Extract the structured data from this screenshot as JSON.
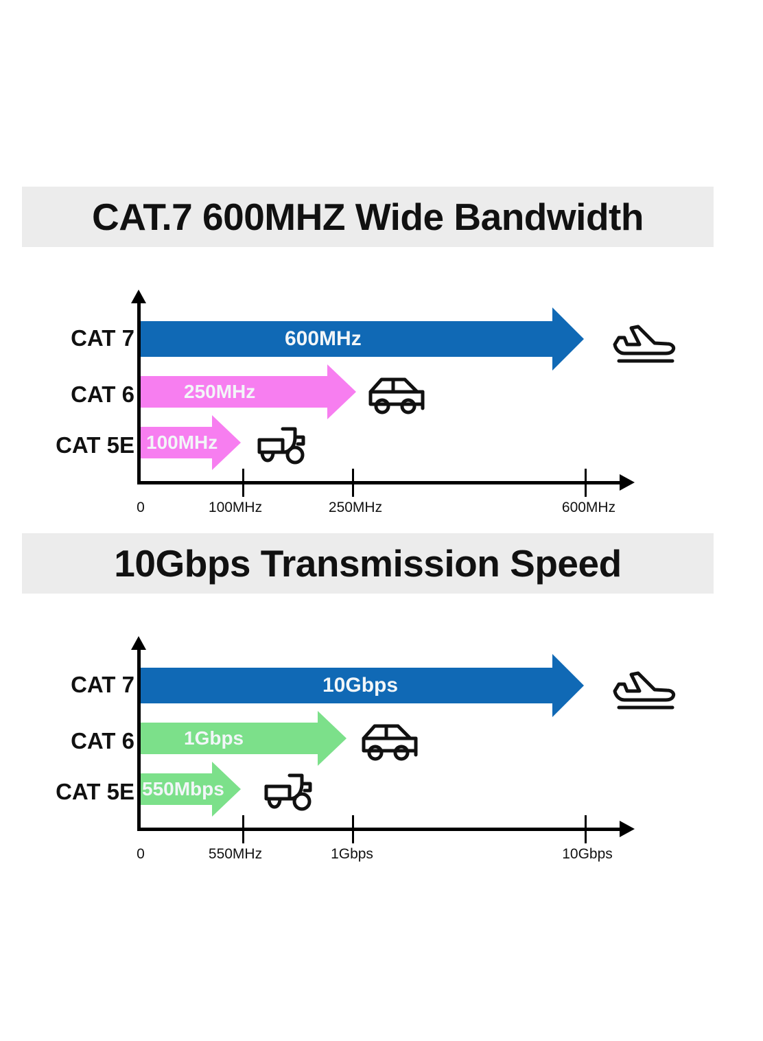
{
  "colors": {
    "banner_bg": "#ececec",
    "blue": "#1069b5",
    "pink": "#f77ef0",
    "green": "#7ce08a",
    "axis": "#000000",
    "text": "#111111",
    "value_text": "#f2f6f8"
  },
  "sections": [
    {
      "title": "CAT.7 600MHZ Wide Bandwidth",
      "chart_id": "bandwidth-chart"
    },
    {
      "title": "10Gbps Transmission Speed",
      "chart_id": "speed-chart"
    }
  ],
  "chart_data": [
    {
      "type": "bar",
      "title": "CAT.7 600MHZ Wide Bandwidth",
      "orientation": "horizontal",
      "xlabel": "",
      "ylabel": "",
      "grid": false,
      "legend": "none",
      "axis_ticks": [
        {
          "label": "0",
          "value": 0
        },
        {
          "label": "100MHz",
          "value": 100
        },
        {
          "label": "250MHz",
          "value": 250
        },
        {
          "label": "600MHz",
          "value": 600
        }
      ],
      "xlim": [
        0,
        650
      ],
      "unit": "MHz",
      "categories": [
        "CAT 7",
        "CAT 6",
        "CAT 5E"
      ],
      "values": [
        600,
        250,
        100
      ],
      "bars": [
        {
          "category": "CAT 7",
          "value": 600,
          "value_label": "600MHz",
          "color": "#1069b5",
          "vehicle": "airplane-icon"
        },
        {
          "category": "CAT 6",
          "value": 250,
          "value_label": "250MHz",
          "color": "#f77ef0",
          "vehicle": "car-icon"
        },
        {
          "category": "CAT 5E",
          "value": 100,
          "value_label": "100MHz",
          "color": "#f77ef0",
          "vehicle": "scooter-icon"
        }
      ]
    },
    {
      "type": "bar",
      "title": "10Gbps Transmission Speed",
      "orientation": "horizontal",
      "xlabel": "",
      "ylabel": "",
      "grid": false,
      "legend": "none",
      "axis_ticks": [
        {
          "label": "0",
          "value": 0
        },
        {
          "label": "550MHz",
          "value": 0.55
        },
        {
          "label": "1Gbps",
          "value": 1
        },
        {
          "label": "10Gbps",
          "value": 10
        }
      ],
      "xlim": [
        0,
        11
      ],
      "unit": "Gbps",
      "categories": [
        "CAT 7",
        "CAT 6",
        "CAT 5E"
      ],
      "values": [
        10,
        1,
        0.55
      ],
      "bars": [
        {
          "category": "CAT 7",
          "value": 10,
          "value_label": "10Gbps",
          "color": "#1069b5",
          "vehicle": "airplane-icon"
        },
        {
          "category": "CAT 6",
          "value": 1,
          "value_label": "1Gbps",
          "color": "#7ce08a",
          "vehicle": "car-icon"
        },
        {
          "category": "CAT 5E",
          "value": 0.55,
          "value_label": "550Mbps",
          "color": "#7ce08a",
          "vehicle": "scooter-icon"
        }
      ]
    }
  ]
}
